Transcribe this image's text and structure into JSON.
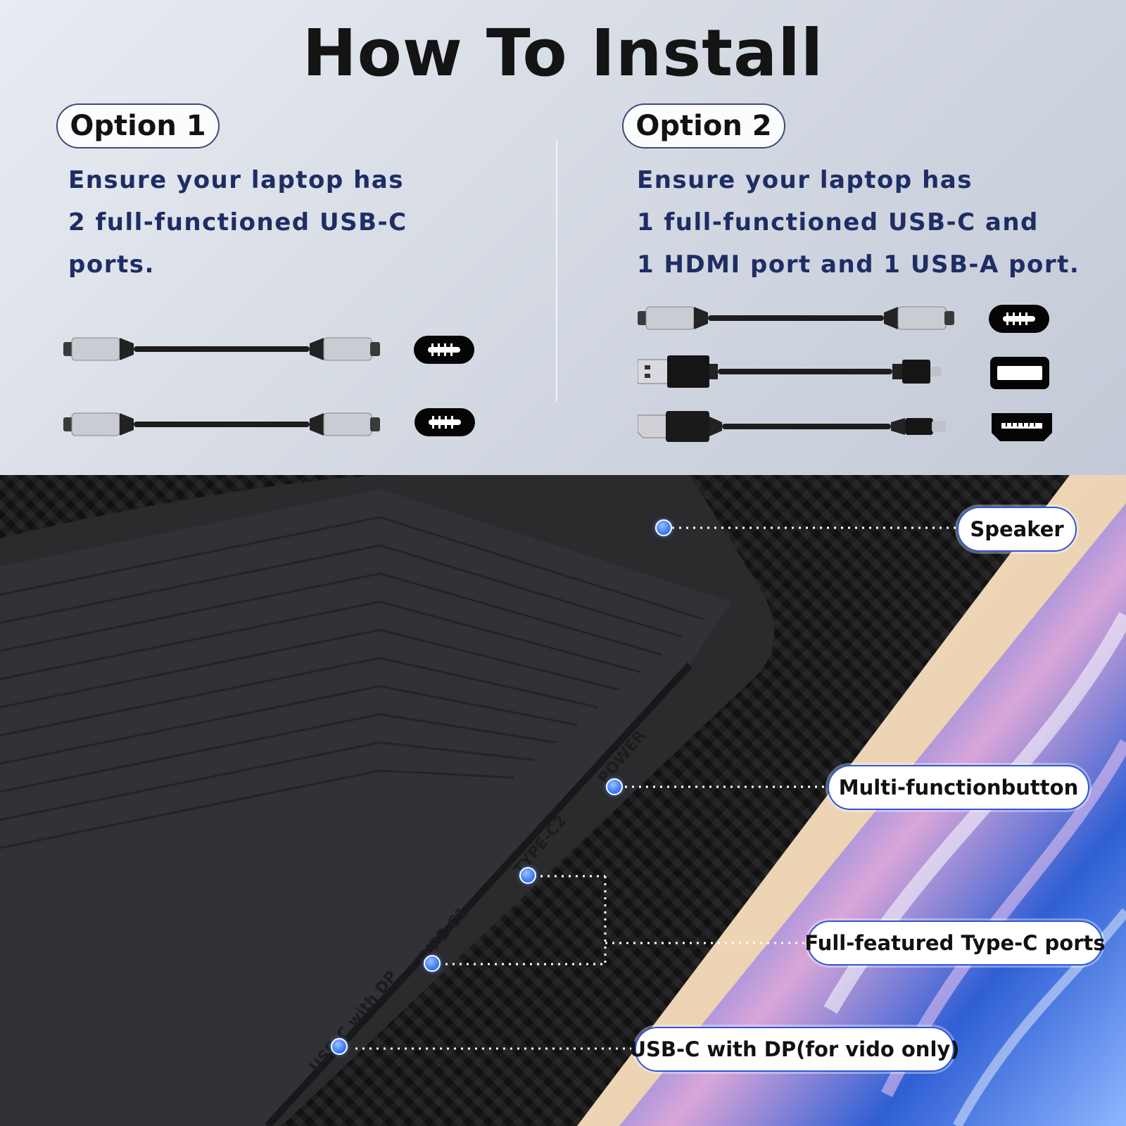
{
  "title": "How To Install",
  "option1": {
    "label": "Option 1",
    "lines": [
      "Ensure your laptop has",
      "2 full-functioned USB-C",
      "ports."
    ],
    "cables": [
      "usb-c-to-usb-c-cable",
      "usb-c-to-usb-c-cable"
    ],
    "ports": [
      "usb-c-port-icon",
      "usb-c-port-icon"
    ]
  },
  "option2": {
    "label": "Option 2",
    "lines": [
      "Ensure your laptop has",
      "1 full-functioned USB-C and",
      "1 HDMI port and 1 USB-A port."
    ],
    "cables": [
      "usb-c-to-usb-c-cable",
      "usb-a-to-micro-usb-cable",
      "hdmi-to-usb-c-cable"
    ],
    "ports": [
      "usb-c-port-icon",
      "usb-a-port-icon",
      "hdmi-port-icon"
    ]
  },
  "callouts": {
    "speaker": "Speaker",
    "button": "Multi-functionbutton",
    "typec": "Full-featured Type-C ports",
    "dp": "USB-C with DP(for vido only)"
  },
  "device_labels": {
    "power": "POWER",
    "type_c2": "TYPE-C2",
    "type_c1": "TYPE-C1",
    "usb_c_dp": "USB-C with DP"
  },
  "colors": {
    "accent": "#2e56d6",
    "text_blue": "#1f2d65",
    "dot_blue": "#3c7bf5"
  }
}
